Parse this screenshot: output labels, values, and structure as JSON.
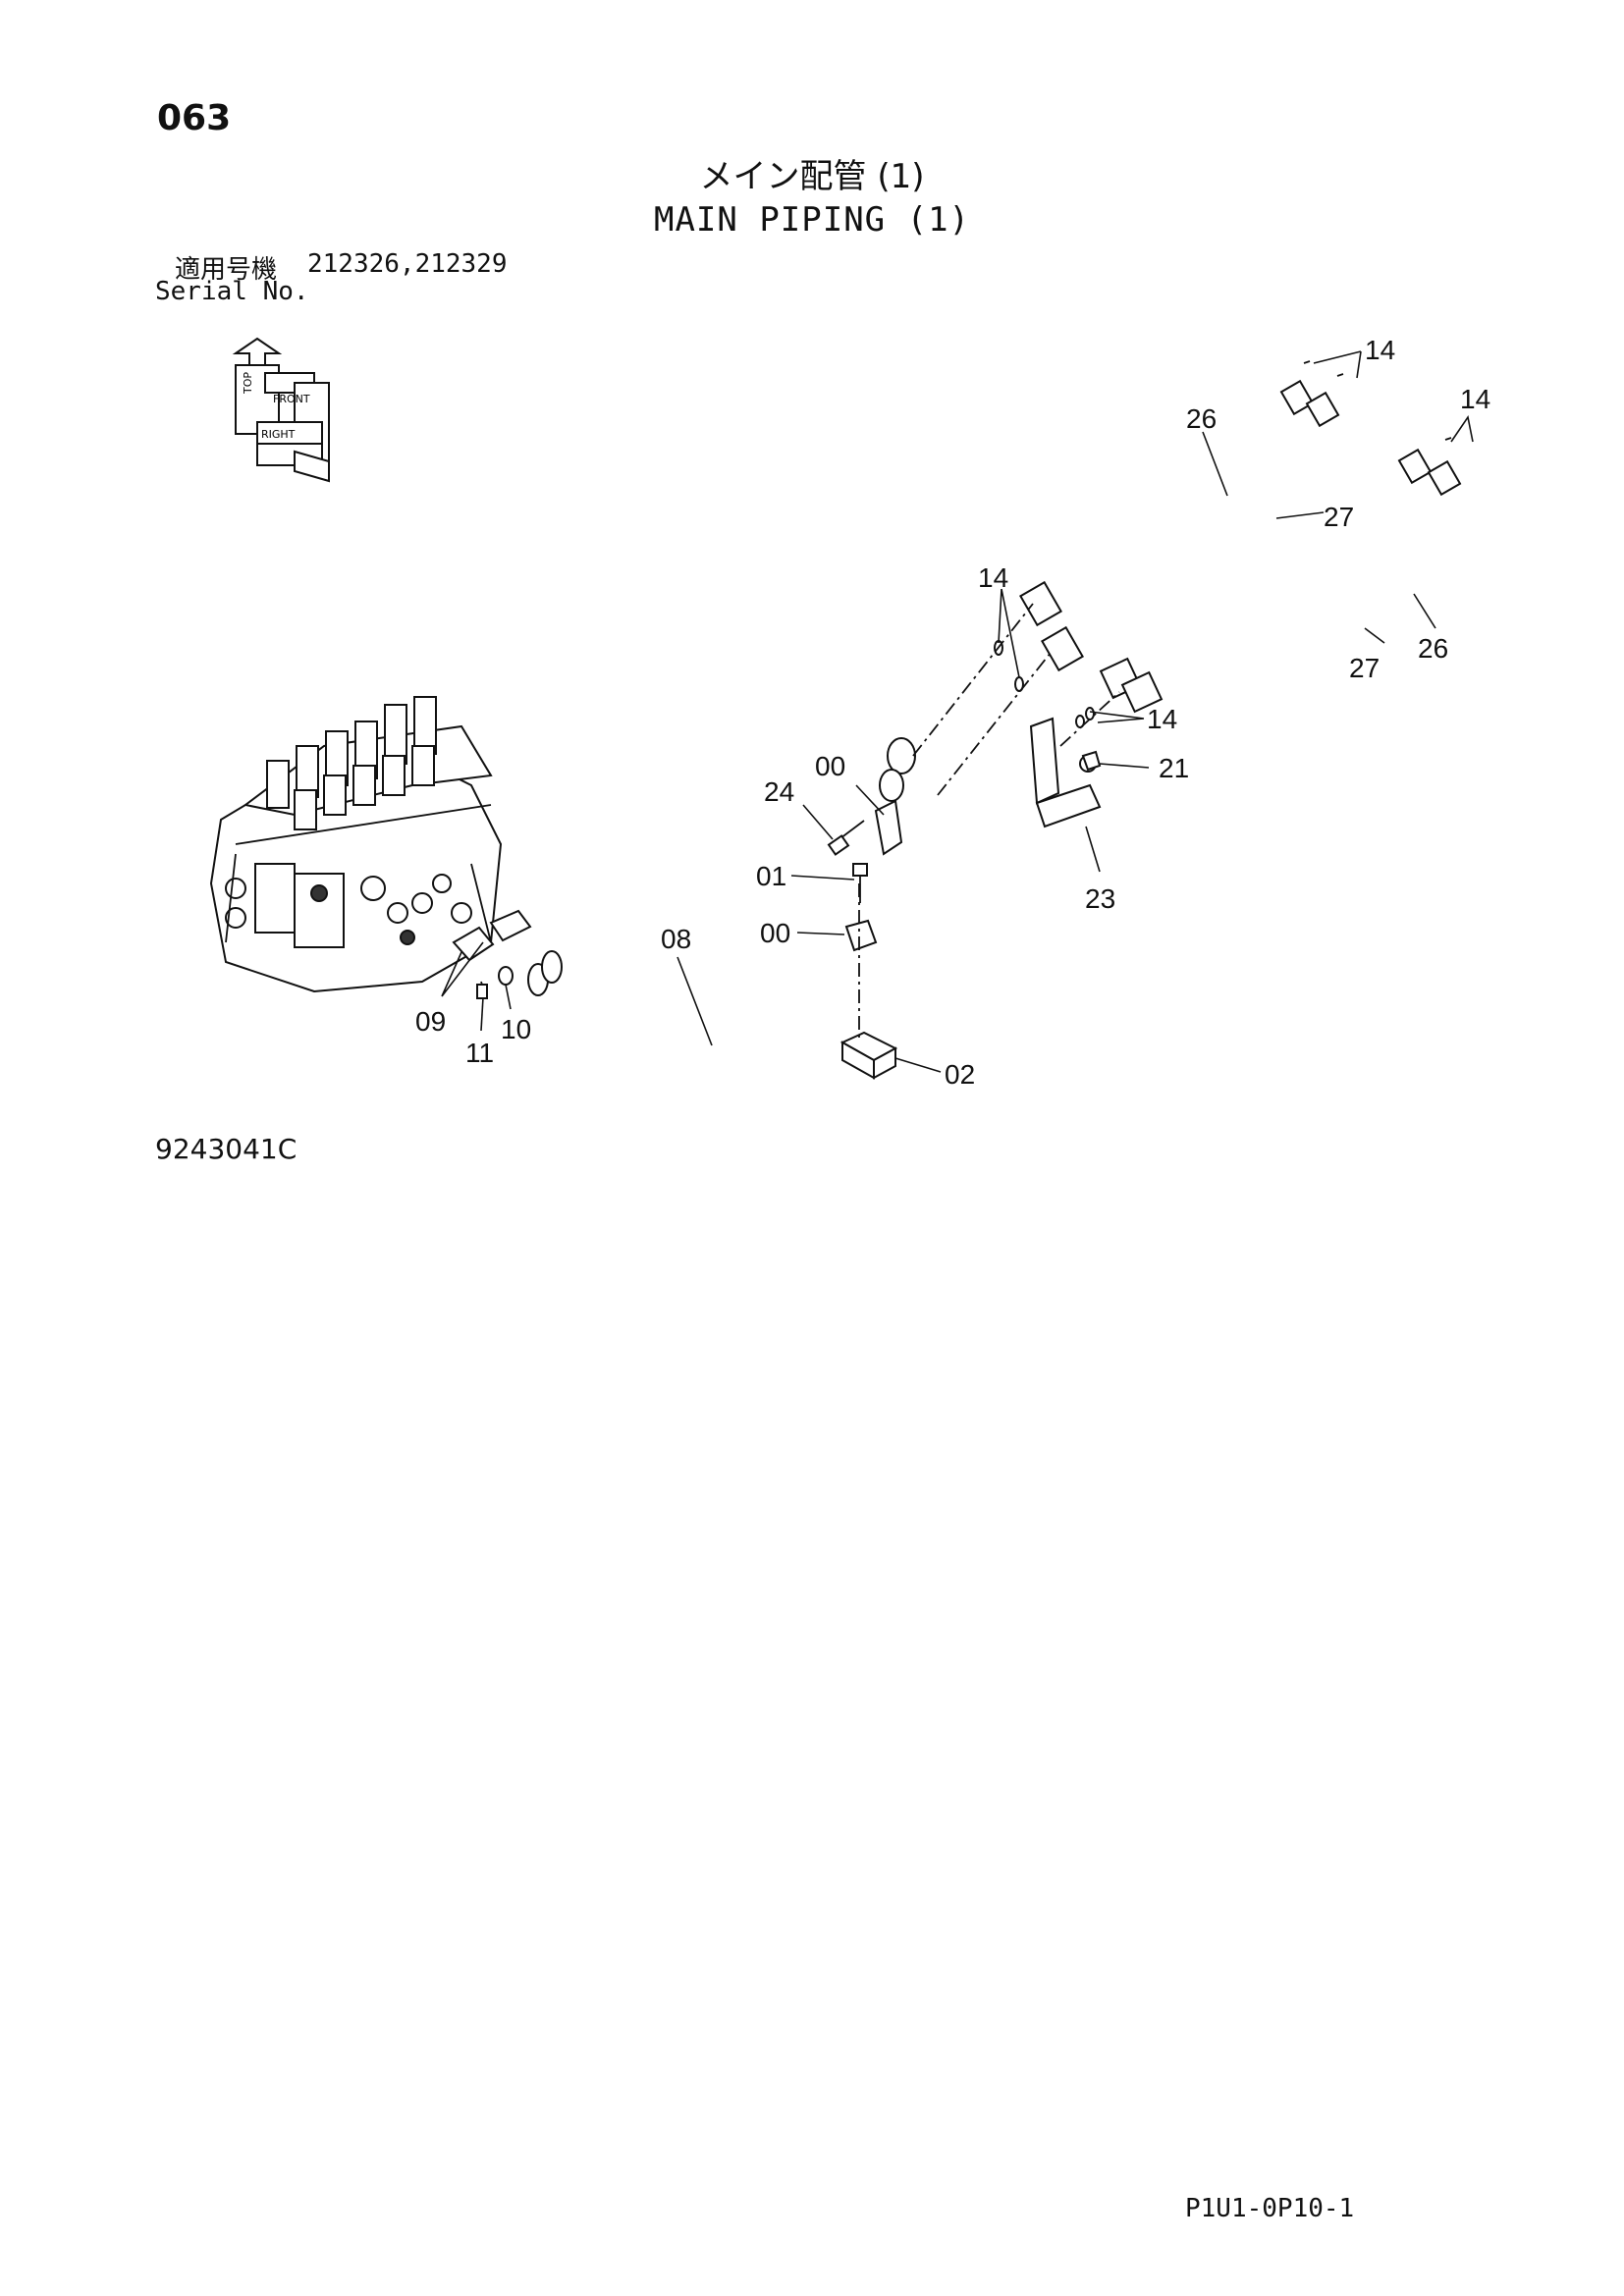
{
  "page_number": "063",
  "title_jp": "メイン配管 (1)",
  "title_en": "MAIN PIPING (1)",
  "serial_label_jp": "適用号機",
  "serial_numbers": "212326,212329",
  "serial_label_en": "Serial No.",
  "figure_number": "9243041C",
  "footer_code": "P1U1-0P10-1",
  "orientation_icon": {
    "labels": [
      "TOP",
      "FRONT",
      "RIGHT"
    ]
  },
  "callouts": [
    "14",
    "14",
    "26",
    "27",
    "14",
    "27",
    "26",
    "14",
    "21",
    "00",
    "24",
    "01",
    "00",
    "23",
    "08",
    "09",
    "11",
    "10",
    "02"
  ]
}
